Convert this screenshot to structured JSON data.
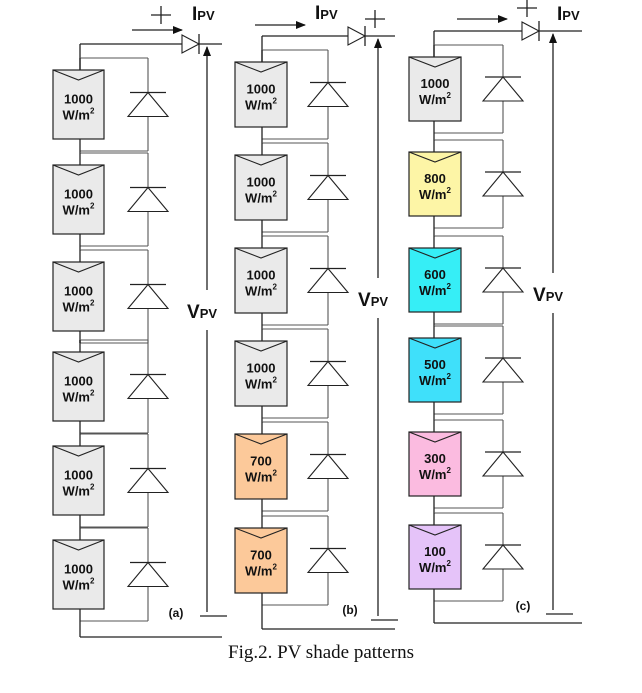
{
  "figure": {
    "caption": "Fig.2. PV shade patterns",
    "current_label": {
      "main": "I",
      "sub": "PV"
    },
    "voltage_label": {
      "main": "V",
      "sub": "PV"
    },
    "unit_main": "W/m",
    "unit_sup": "2",
    "plus_sign": "+",
    "minus_sign": "−"
  },
  "panels": [
    {
      "id": "a",
      "label": "(a)",
      "modules": [
        {
          "irradiance": "1000",
          "color": "#eaeaea"
        },
        {
          "irradiance": "1000",
          "color": "#eaeaea"
        },
        {
          "irradiance": "1000",
          "color": "#eaeaea"
        },
        {
          "irradiance": "1000",
          "color": "#eaeaea"
        },
        {
          "irradiance": "1000",
          "color": "#eaeaea"
        },
        {
          "irradiance": "1000",
          "color": "#eaeaea"
        }
      ]
    },
    {
      "id": "b",
      "label": "(b)",
      "modules": [
        {
          "irradiance": "1000",
          "color": "#eaeaea"
        },
        {
          "irradiance": "1000",
          "color": "#eaeaea"
        },
        {
          "irradiance": "1000",
          "color": "#eaeaea"
        },
        {
          "irradiance": "1000",
          "color": "#eaeaea"
        },
        {
          "irradiance": "700",
          "color": "#fcc99a"
        },
        {
          "irradiance": "700",
          "color": "#fcc99a"
        }
      ]
    },
    {
      "id": "c",
      "label": "(c)",
      "modules": [
        {
          "irradiance": "1000",
          "color": "#eaeaea"
        },
        {
          "irradiance": "800",
          "color": "#fdf5a6"
        },
        {
          "irradiance": "600",
          "color": "#36eef6"
        },
        {
          "irradiance": "500",
          "color": "#3fe0fa"
        },
        {
          "irradiance": "300",
          "color": "#fbbbe0"
        },
        {
          "irradiance": "100",
          "color": "#e5c3f9"
        }
      ]
    }
  ]
}
